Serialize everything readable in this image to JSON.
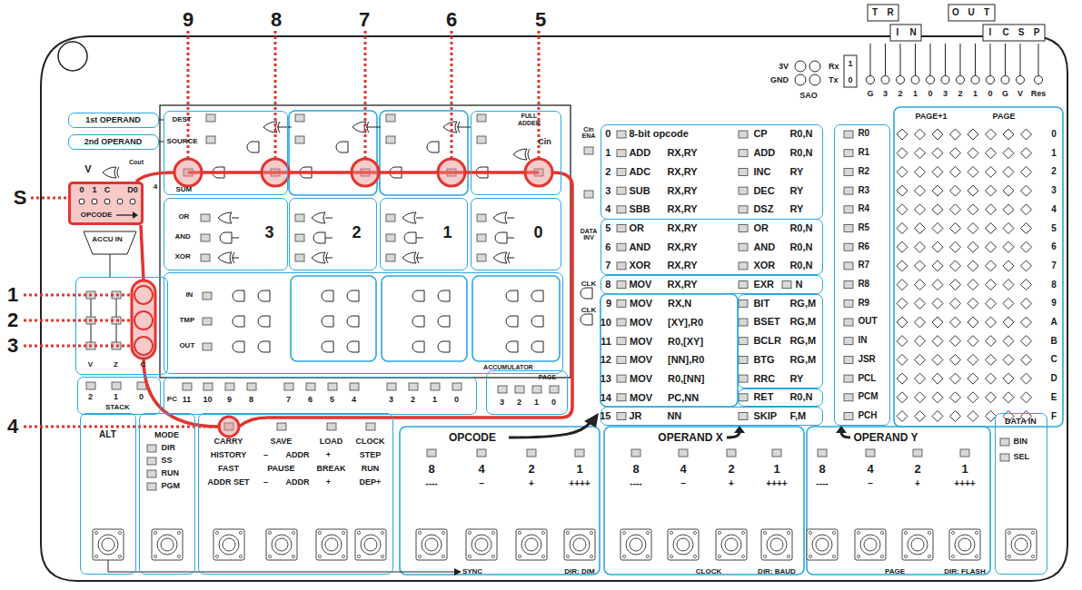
{
  "diagram": {
    "nodes": [
      {
        "text": [
          "1st OPERAND"
        ]
      },
      {
        "text": [
          "2nd OPERAND"
        ]
      },
      {
        "text": [
          "0",
          "1",
          "C",
          "D0",
          "OPCODE"
        ]
      },
      {
        "text": [
          "DEST",
          "SOURCE",
          "SUM"
        ]
      },
      {
        "text": [
          "FULL ADDER",
          "Cin"
        ]
      },
      {
        "text": [
          "OR",
          "AND",
          "XOR",
          "3"
        ]
      },
      {
        "text": [
          "2"
        ]
      },
      {
        "text": [
          "1"
        ]
      },
      {
        "text": [
          "0"
        ]
      },
      {
        "text": [
          "IN",
          "TMP",
          "OUT",
          "ACCUMULATOR"
        ]
      },
      {
        "text": [
          "V",
          "Z",
          "C"
        ]
      },
      {
        "text": [
          "2",
          "1",
          "0",
          "STACK"
        ]
      },
      {
        "text": [
          "PC",
          "11",
          "10",
          "9",
          "8",
          "7",
          "6",
          "5",
          "4",
          "3",
          "2",
          "1",
          "0"
        ]
      },
      {
        "text": [
          "PAGE",
          "3",
          "2",
          "1",
          "0"
        ]
      },
      {
        "text": [
          "0",
          "8-bit opcode",
          "CP",
          "R0,N",
          "1",
          "ADD",
          "RX,RY",
          "ADD",
          "R0,N",
          "2",
          "ADC",
          "RX,RY",
          "INC",
          "RY",
          "3",
          "SUB",
          "RX,RY",
          "DEC",
          "RY",
          "4",
          "SBB",
          "RX,RY",
          "DSZ",
          "RY"
        ]
      },
      {
        "text": [
          "5",
          "OR",
          "RX,RY",
          "OR",
          "R0,N",
          "6",
          "AND",
          "RX,RY",
          "AND",
          "R0,N",
          "7",
          "XOR",
          "RX,RY",
          "XOR",
          "R0,N"
        ]
      },
      {
        "text": [
          "8",
          "MOV",
          "RX,RY",
          "EXR",
          "N"
        ]
      },
      {
        "text": [
          "BIT",
          "RG,M",
          "BSET",
          "RG,M",
          "BCLR",
          "RG,M",
          "BTG",
          "RG,M",
          "RRC",
          "RY"
        ]
      },
      {
        "text": [
          "RET",
          "R0,N"
        ]
      },
      {
        "text": [
          "15",
          "JR",
          "NN",
          "SKIP",
          "F,M"
        ]
      },
      {
        "text": [
          "R0",
          "R1",
          "R2",
          "R3",
          "R4",
          "R5",
          "R6",
          "R7",
          "R8",
          "R9",
          "OUT",
          "IN",
          "JSR",
          "PCL",
          "PCM",
          "PCH"
        ]
      },
      {
        "text": [
          "ALT"
        ]
      },
      {
        "text": [
          "MODE",
          "DIR",
          "SS",
          "RUN",
          "PGM"
        ]
      },
      {
        "text": [
          "CARRY",
          "SAVE",
          "LOAD",
          "CLOCK",
          "HISTORY",
          "–",
          "ADDR",
          "+",
          "STEP",
          "FAST",
          "PAUSE",
          "BREAK",
          "RUN",
          "ADDR SET",
          "–",
          "ADDR",
          "+",
          "DEP+"
        ]
      },
      {
        "text": [
          "DATA IN",
          "BIN",
          "SEL"
        ]
      }
    ],
    "labels": [
      "9",
      "8",
      "7",
      "6",
      "5",
      "S",
      "1",
      "2",
      "3",
      "4",
      "T",
      "R",
      "O",
      "U",
      "T",
      "I",
      "N",
      "I",
      "C",
      "S",
      "P",
      "G",
      "3",
      "2",
      "1",
      "0",
      "3",
      "2",
      "1",
      "0",
      "G",
      "V",
      "Res",
      "3V",
      "GND",
      "Rx",
      "Tx",
      "SAO",
      "1",
      "0",
      "V",
      "Cout",
      "4",
      "ACCU IN",
      "Cin ENA",
      "DATA INV",
      "CLK",
      "CLK",
      "9",
      "MOV",
      "RX,N",
      "10",
      "MOV",
      "[XY],R0",
      "11",
      "MOV",
      "R0,[XY]",
      "12",
      "MOV",
      "[NN],R0",
      "13",
      "MOV",
      "R0,[NN]",
      "14",
      "MOV",
      "PC,NN",
      "PAGE+1",
      "PAGE",
      "0",
      "1",
      "2",
      "3",
      "4",
      "5",
      "6",
      "7",
      "8",
      "9",
      "A",
      "B",
      "C",
      "D",
      "E",
      "F",
      "OPCODE",
      "OPERAND X",
      "OPERAND Y",
      "8",
      "4",
      "2",
      "1",
      "8",
      "4",
      "2",
      "1",
      "8",
      "4",
      "2",
      "1",
      "----",
      "–",
      "+",
      "++++",
      "----",
      "–",
      "+",
      "++++",
      "----",
      "–",
      "+",
      "++++",
      "SYNC",
      "DIR: DIM",
      "CLOCK",
      "DIR: BAUD",
      "PAGE",
      "DIR: FLASH"
    ]
  }
}
